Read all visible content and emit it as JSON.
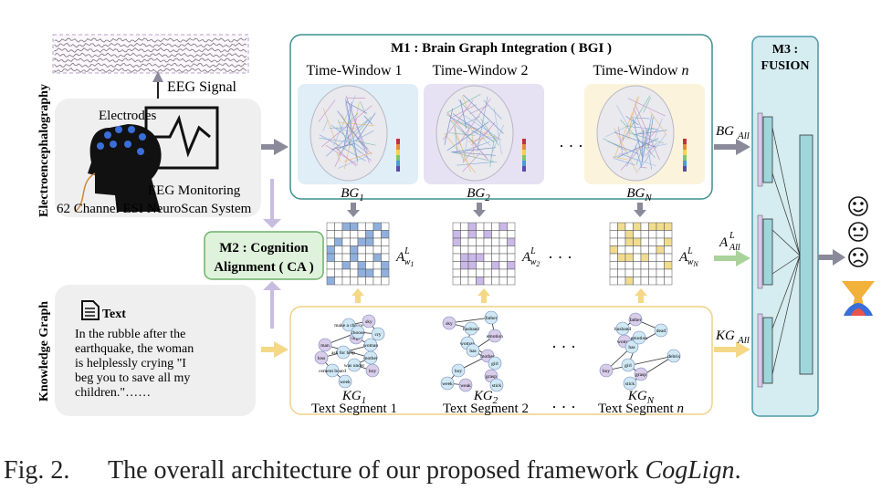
{
  "eeg": {
    "side_label": "Electroencephalography",
    "signal_label": "EEG Signal",
    "electrodes_label": "Electrodes",
    "monitoring_label": "EEG Monitoring",
    "system_label": "62 Channel ESI NeuroScan System"
  },
  "knowledge": {
    "side_label": "Knowledge Graph",
    "text_title": "Text",
    "text_lines": [
      "In the rubble after the",
      "earthquake, the woman",
      "is helplessly crying \"I",
      "beg you to save all my",
      "children.\"……"
    ]
  },
  "m1": {
    "title": "M1 : Brain Graph Integration ( BGI )",
    "windows": [
      {
        "label": "Time-Window 1",
        "bg": "BG",
        "sub": "1",
        "color": "#dfeef7"
      },
      {
        "label": "Time-Window 2",
        "bg": "BG",
        "sub": "2",
        "color": "#e6e1f3"
      },
      {
        "label": "Time-Window",
        "label_var": "n",
        "bg": "BG",
        "sub": "N",
        "color": "#fbf3dc"
      }
    ],
    "ellipsis": "· · ·"
  },
  "m2": {
    "line1": "M2 : Cognition",
    "line2": "Alignment ( CA )"
  },
  "alignment": {
    "matrices": [
      {
        "A": "A",
        "sup": "L",
        "sub": "w",
        "subsub": "1",
        "color": "#8fb0de"
      },
      {
        "A": "A",
        "sup": "L",
        "sub": "w",
        "subsub": "2",
        "color": "#c9b8e8"
      },
      {
        "A": "A",
        "sup": "L",
        "sub": "w",
        "subsub": "N",
        "color": "#f1dc8e"
      }
    ]
  },
  "text_segments": [
    {
      "kg": "KG",
      "sub": "1",
      "label": "Text Segment 1"
    },
    {
      "kg": "KG",
      "sub": "2",
      "label": "Text Segment 2"
    },
    {
      "kg": "KG",
      "sub": "N",
      "label": "Text Segment",
      "label_var": "n"
    }
  ],
  "graph_words": {
    "g1": [
      "sky",
      "make a choice",
      "cry",
      "urge",
      "choose",
      "woman",
      "man",
      "ask for help",
      "mother",
      "loss",
      "was under",
      "cement board",
      "boy",
      "week"
    ],
    "g2": [
      "sky",
      "father",
      "husband",
      "emotion",
      "woman",
      "has",
      "mother",
      "girl",
      "boy",
      "grasp",
      "week",
      "stick",
      "weak"
    ],
    "g3": [
      "father",
      "husband",
      "dead",
      "woman",
      "has",
      "emotion",
      "boy",
      "girl",
      "debris",
      "grasp",
      "stick"
    ]
  },
  "m3": {
    "line1": "M3 :",
    "line2": "FUSION"
  },
  "outputs": {
    "bg_all": "BG",
    "bg_sub": "All",
    "a_all": "A",
    "a_sup": "L",
    "a_sub": "All",
    "kg_all": "KG",
    "kg_sub": "All"
  },
  "caption": {
    "label": "Fig. 2.",
    "text": "The overall architecture of our proposed framework",
    "name": "CogLign",
    "end": "."
  },
  "colors": {
    "m1_border": "#3f8f8f",
    "m2_fill": "#dff2dc",
    "m2_border": "#6fb06a",
    "m3_fill": "#d5ecf0",
    "m3_border": "#4a9aa8",
    "kg_border": "#f0d088",
    "arrow_gray": "#8a8a9a",
    "arrow_purple": "#c8bce0",
    "arrow_yellow": "#f4d888",
    "arrow_green": "#a9d39a"
  }
}
